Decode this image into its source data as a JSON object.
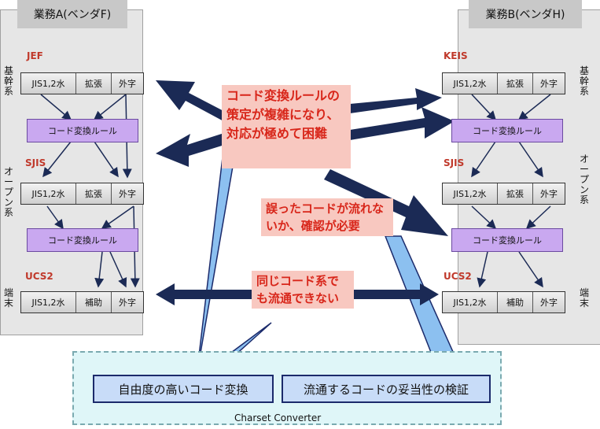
{
  "vendor_a": {
    "title": "業務A(ベンダF)",
    "systems": [
      {
        "code": "JEF",
        "side": "基幹系",
        "cells": [
          "JIS1,2水",
          "拡張",
          "外字"
        ]
      },
      {
        "code": "SJIS",
        "side": "オープン系",
        "cells": [
          "JIS1,2水",
          "拡張",
          "外字"
        ]
      },
      {
        "code": "UCS2",
        "side": "端末",
        "cells": [
          "JIS1,2水",
          "補助",
          "外字"
        ]
      }
    ],
    "rules": [
      "コード変換ルール",
      "コード変換ルール"
    ]
  },
  "vendor_b": {
    "title": "業務B(ベンダH)",
    "systems": [
      {
        "code": "KEIS",
        "side": "基幹系",
        "cells": [
          "JIS1,2水",
          "拡張",
          "外字"
        ]
      },
      {
        "code": "SJIS",
        "side": "オープン系",
        "cells": [
          "JIS1,2水",
          "拡張",
          "外字"
        ]
      },
      {
        "code": "UCS2",
        "side": "端末",
        "cells": [
          "JIS1,2水",
          "補助",
          "外字"
        ]
      }
    ],
    "rules": [
      "コード変換ルール",
      "コード変換ルール"
    ]
  },
  "callouts": {
    "complex": "コード変換ルールの策定が複雑になり、対応が極めて困難",
    "verify": "誤ったコードが流れないか、確認が必要",
    "same_system": "同じコード系でも流通できない"
  },
  "converter": {
    "label": "Charset Converter",
    "feature_flexible": "自由度の高いコード変換",
    "feature_validate": "流通するコードの妥当性の検証"
  },
  "colors": {
    "arrow": "#1b2a55",
    "rule_box": "#c9a8f0",
    "callout_bg": "#f8c8c0",
    "callout_text": "#d8261a",
    "system_code": "#c0392b",
    "converter_bg": "#dff6f8",
    "pointer_fill": "#8cc0f0"
  }
}
